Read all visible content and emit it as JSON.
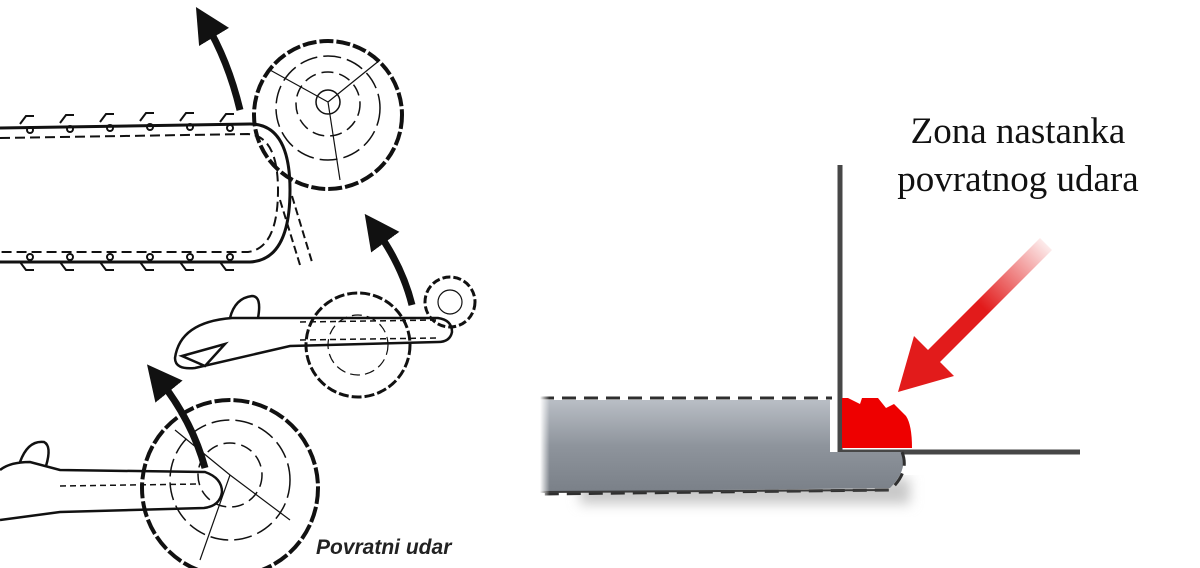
{
  "left_diagram": {
    "caption": "Povratni udar",
    "colors": {
      "ink": "#111111",
      "background": "#ffffff"
    },
    "icons": [
      "kickback-arrow-icon",
      "log-cross-section-icon",
      "chainsaw-bar-icon",
      "chainsaw-icon"
    ]
  },
  "right_diagram": {
    "label_line1": "Zona nastanka",
    "label_line2": "povratnog udara",
    "colors": {
      "zone": "#ee0000",
      "arrow": "#e21b1b",
      "bar": "#9aa0a8",
      "outline": "#3a3a3a",
      "wall": "#474747",
      "background": "#ffffff"
    },
    "icons": [
      "red-arrow-icon",
      "kickback-zone-icon",
      "guide-bar-icon"
    ]
  }
}
